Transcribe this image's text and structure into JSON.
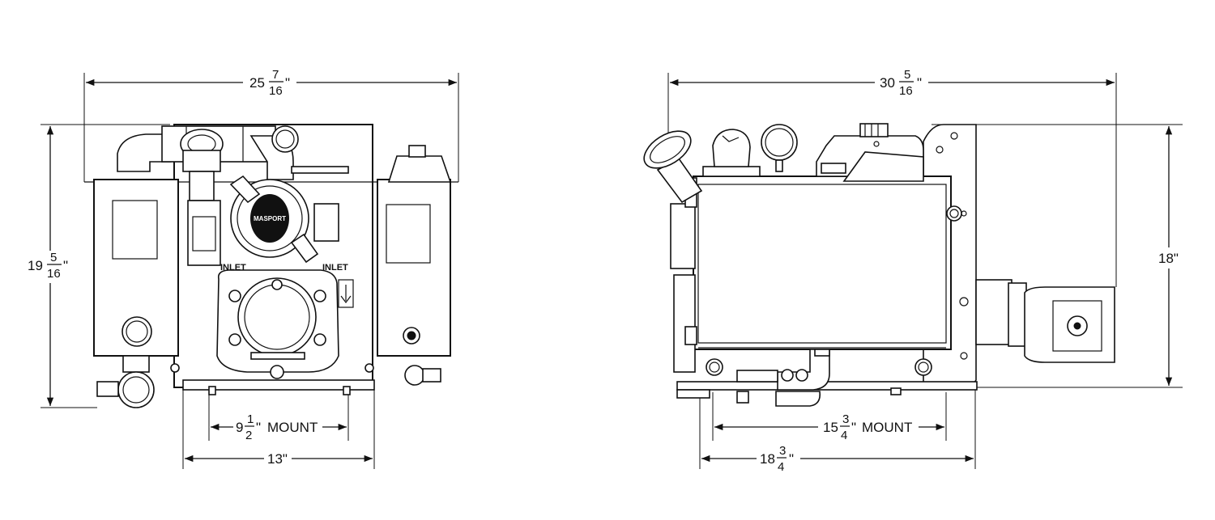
{
  "front_view": {
    "width_dim": {
      "whole": "25",
      "num": "7",
      "den": "16",
      "unit": "\""
    },
    "height_dim": {
      "whole": "19",
      "num": "5",
      "den": "16",
      "unit": "\""
    },
    "mount_dim": {
      "whole": "9",
      "num": "1",
      "den": "2",
      "unit": "\"",
      "suffix": "MOUNT"
    },
    "base_dim": {
      "text": "13\""
    },
    "inlet_label_left": "INLET",
    "inlet_label_right": "INLET",
    "pump_brand": "MASPORT"
  },
  "side_view": {
    "width_dim": {
      "whole": "30",
      "num": "5",
      "den": "16",
      "unit": "\""
    },
    "height_dim": {
      "text": "18\""
    },
    "mount_dim": {
      "whole": "15",
      "num": "3",
      "den": "4",
      "unit": "\"",
      "suffix": "MOUNT"
    },
    "base_dim": {
      "whole": "18",
      "num": "3",
      "den": "4",
      "unit": "\""
    }
  }
}
